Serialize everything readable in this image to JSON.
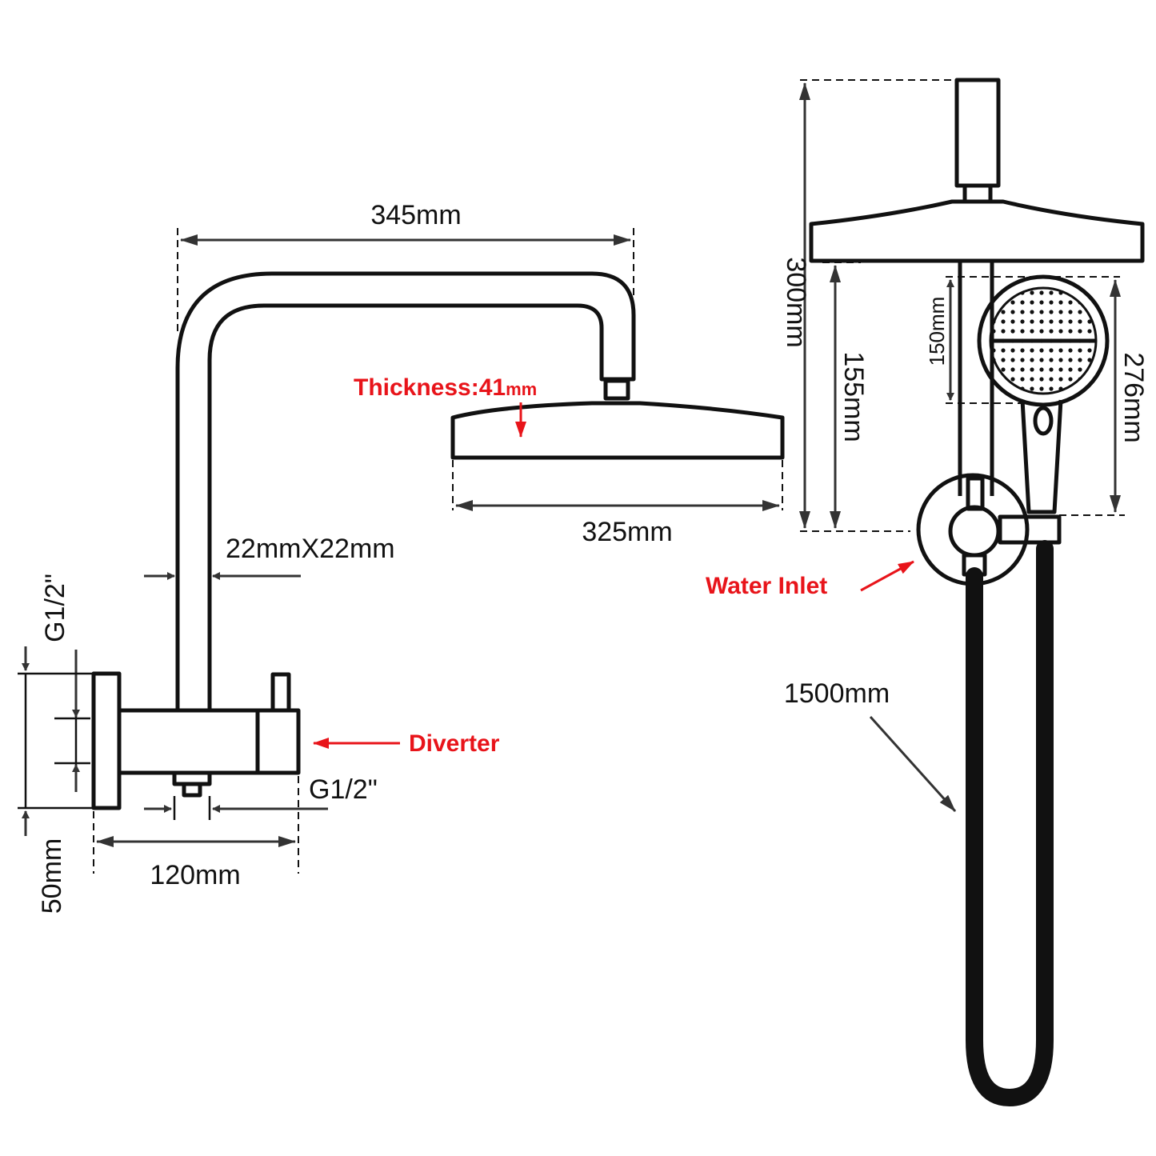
{
  "colors": {
    "line": "#111111",
    "accent_red": "#e8141a",
    "background": "#ffffff"
  },
  "dimensions": {
    "arm_length": "345mm",
    "head_width": "325mm",
    "arm_section": "22mmX22mm",
    "thread_top": "G1/2\"",
    "thread_bottom": "G1/2\"",
    "body_width": "120mm",
    "body_height": "50mm",
    "overall_height": "300mm",
    "rail_height": "155mm",
    "handshower_face": "150mm",
    "handshower_length": "276mm",
    "hose_length": "1500mm"
  },
  "callouts": {
    "thickness_label": "Thickness:41",
    "thickness_unit": "mm",
    "diverter": "Diverter",
    "water_inlet": "Water Inlet"
  }
}
